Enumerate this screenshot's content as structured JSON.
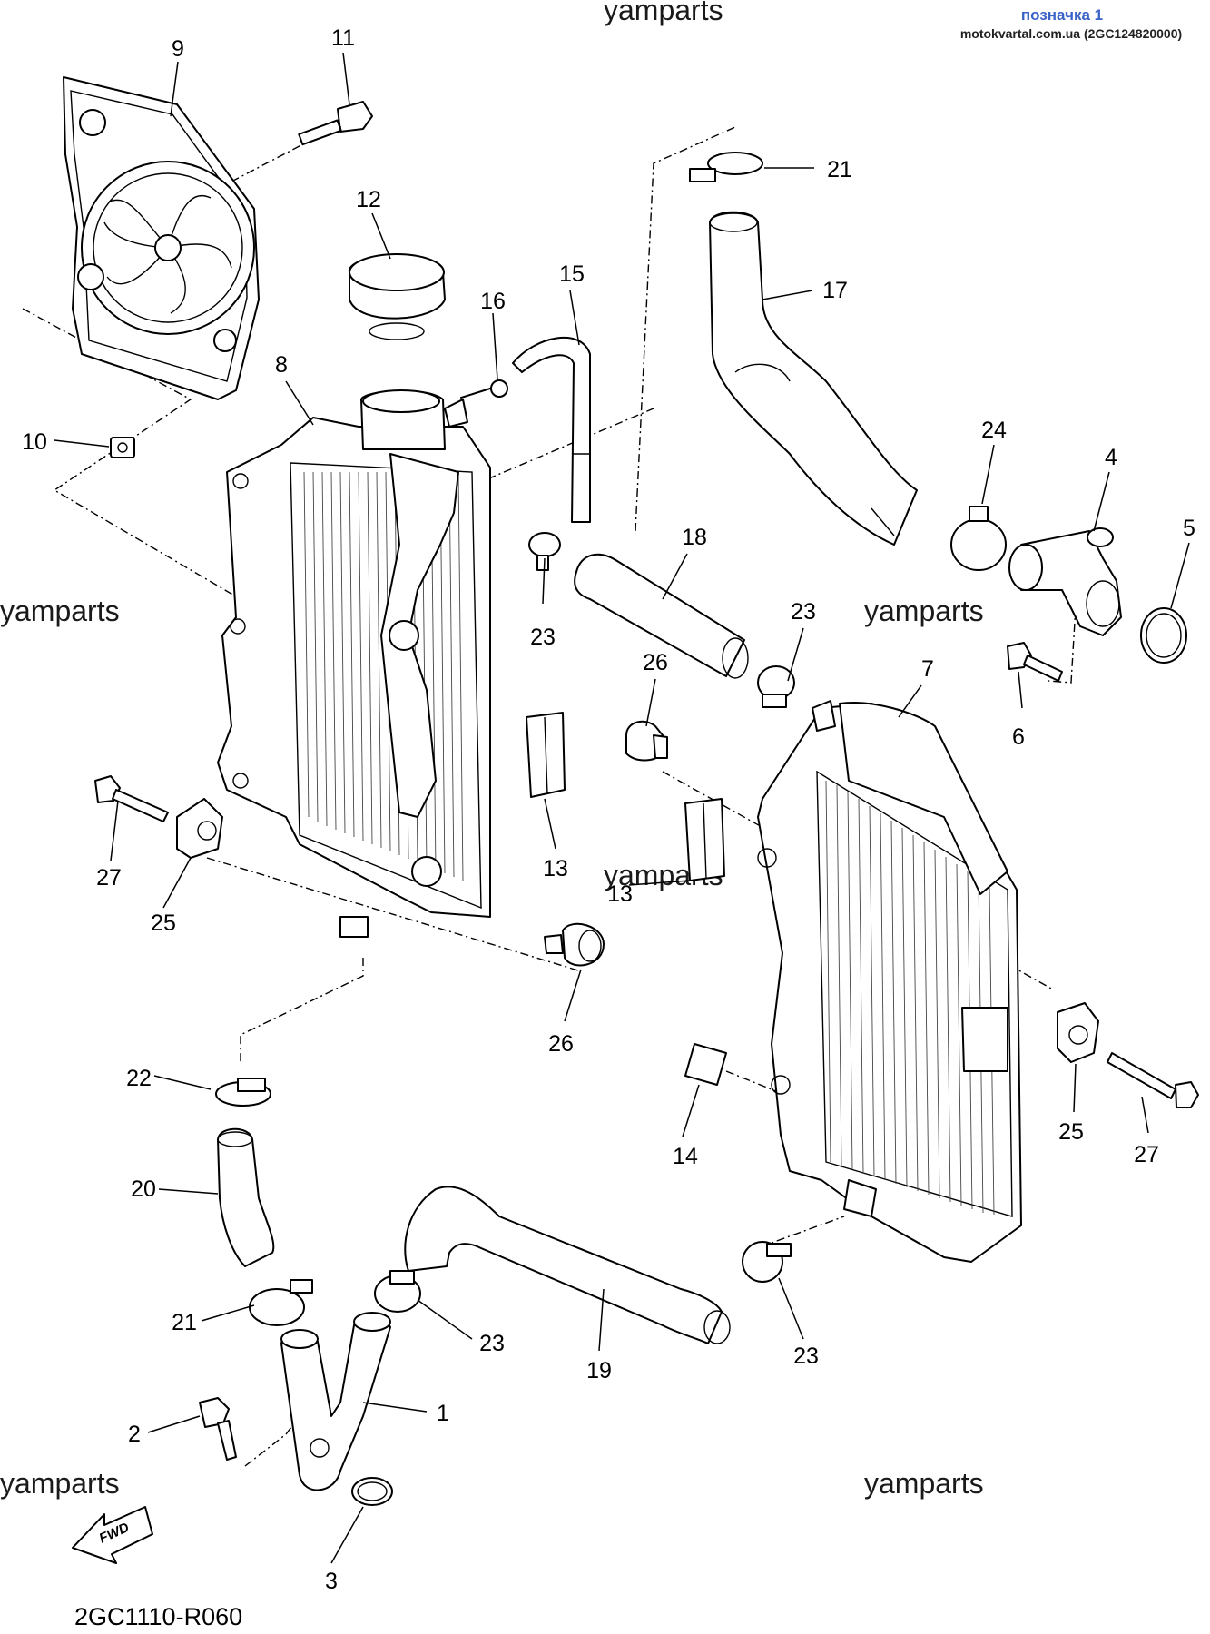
{
  "header": {
    "label": "позначка 1",
    "source": "motokvartal.com.ua (2GC124820000)"
  },
  "watermark": "yamparts",
  "diagram_code": "2GC1110-R060",
  "fwd_label": "FWD",
  "parts": [
    {
      "ref": "1",
      "part": "pipe"
    },
    {
      "ref": "2",
      "part": "bolt"
    },
    {
      "ref": "3",
      "part": "o-ring"
    },
    {
      "ref": "4",
      "part": "outlet"
    },
    {
      "ref": "5",
      "part": "o-ring"
    },
    {
      "ref": "6",
      "part": "bolt"
    },
    {
      "ref": "7",
      "part": "radiator"
    },
    {
      "ref": "8",
      "part": "radiator"
    },
    {
      "ref": "9",
      "part": "fan-assembly"
    },
    {
      "ref": "10",
      "part": "nut"
    },
    {
      "ref": "11",
      "part": "bolt"
    },
    {
      "ref": "12",
      "part": "radiator-cap"
    },
    {
      "ref": "13",
      "part": "bracket"
    },
    {
      "ref": "14",
      "part": "damper"
    },
    {
      "ref": "15",
      "part": "breather-hose"
    },
    {
      "ref": "16",
      "part": "clip"
    },
    {
      "ref": "17",
      "part": "hose"
    },
    {
      "ref": "18",
      "part": "hose"
    },
    {
      "ref": "19",
      "part": "hose"
    },
    {
      "ref": "20",
      "part": "hose"
    },
    {
      "ref": "21",
      "part": "hose-clamp"
    },
    {
      "ref": "22",
      "part": "hose-clamp"
    },
    {
      "ref": "23",
      "part": "hose-clamp"
    },
    {
      "ref": "24",
      "part": "hose-clamp"
    },
    {
      "ref": "25",
      "part": "grommet"
    },
    {
      "ref": "26",
      "part": "collar"
    },
    {
      "ref": "27",
      "part": "bolt"
    }
  ]
}
